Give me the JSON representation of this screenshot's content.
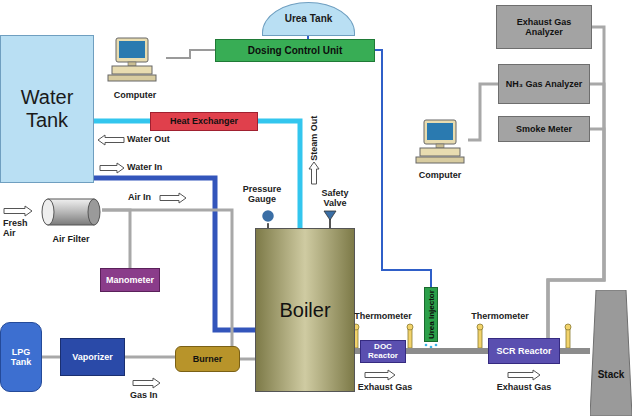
{
  "diagram": {
    "nodes": [
      {
        "text": [
          "Urea Tank"
        ]
      },
      {
        "text": [
          "Computer"
        ]
      },
      {
        "text": [
          "Dosing Control Unit"
        ]
      },
      {
        "text": [
          "Water Tank"
        ]
      },
      {
        "text": [
          "Heat Exchanger"
        ]
      },
      {
        "text": [
          "Air Filter"
        ]
      },
      {
        "text": [
          "Manometer"
        ]
      },
      {
        "text": [
          "Boiler"
        ]
      },
      {
        "text": [
          "LPG Tank"
        ]
      },
      {
        "text": [
          "Vaporizer"
        ]
      },
      {
        "text": [
          "Burner"
        ]
      },
      {
        "text": [
          "Computer"
        ]
      },
      {
        "text": [
          "Exhaust Gas Analyzer"
        ]
      },
      {
        "text": [
          "NH₃ Gas Analyzer"
        ]
      },
      {
        "text": [
          "Smoke Meter"
        ]
      },
      {
        "text": [
          "Urea Injector"
        ]
      },
      {
        "text": [
          "DOC Reactor"
        ]
      },
      {
        "text": [
          "SCR Reactor"
        ]
      },
      {
        "text": [
          "Stack"
        ]
      }
    ],
    "edges": [
      {
        "from": 0,
        "to": 2,
        "arrow": "none"
      },
      {
        "from": 1,
        "to": 2,
        "arrow": "none"
      },
      {
        "from": 2,
        "to": 15,
        "arrow": "none"
      },
      {
        "from": 7,
        "to": 4,
        "arrow": "none"
      },
      {
        "from": 4,
        "to": 3,
        "arrow": "none"
      },
      {
        "from": 3,
        "to": 7,
        "arrow": "none"
      },
      {
        "from": 5,
        "to": 10,
        "arrow": "none"
      },
      {
        "from": 5,
        "to": 6,
        "arrow": "none"
      },
      {
        "from": 8,
        "to": 9,
        "arrow": "none"
      },
      {
        "from": 9,
        "to": 10,
        "arrow": "none"
      },
      {
        "from": 10,
        "to": 7,
        "arrow": "none"
      },
      {
        "from": 7,
        "to": 16,
        "arrow": "none"
      },
      {
        "from": 16,
        "to": 17,
        "arrow": "none"
      },
      {
        "from": 17,
        "to": 18,
        "arrow": "none"
      },
      {
        "from": 11,
        "to": 13,
        "arrow": "none"
      },
      {
        "from": 12,
        "to": 17,
        "arrow": "none"
      },
      {
        "from": 13,
        "to": 17,
        "arrow": "none"
      },
      {
        "from": 14,
        "to": 17,
        "arrow": "none"
      }
    ],
    "labels": [
      "Water Out",
      "Steam Out",
      "Water In",
      "Air In",
      "Fresh Air",
      "Pressure Gauge",
      "Safety Valve",
      "Thermometer",
      "Thermometer",
      "Exhaust Gas",
      "Exhaust Gas",
      "Gas In"
    ]
  }
}
